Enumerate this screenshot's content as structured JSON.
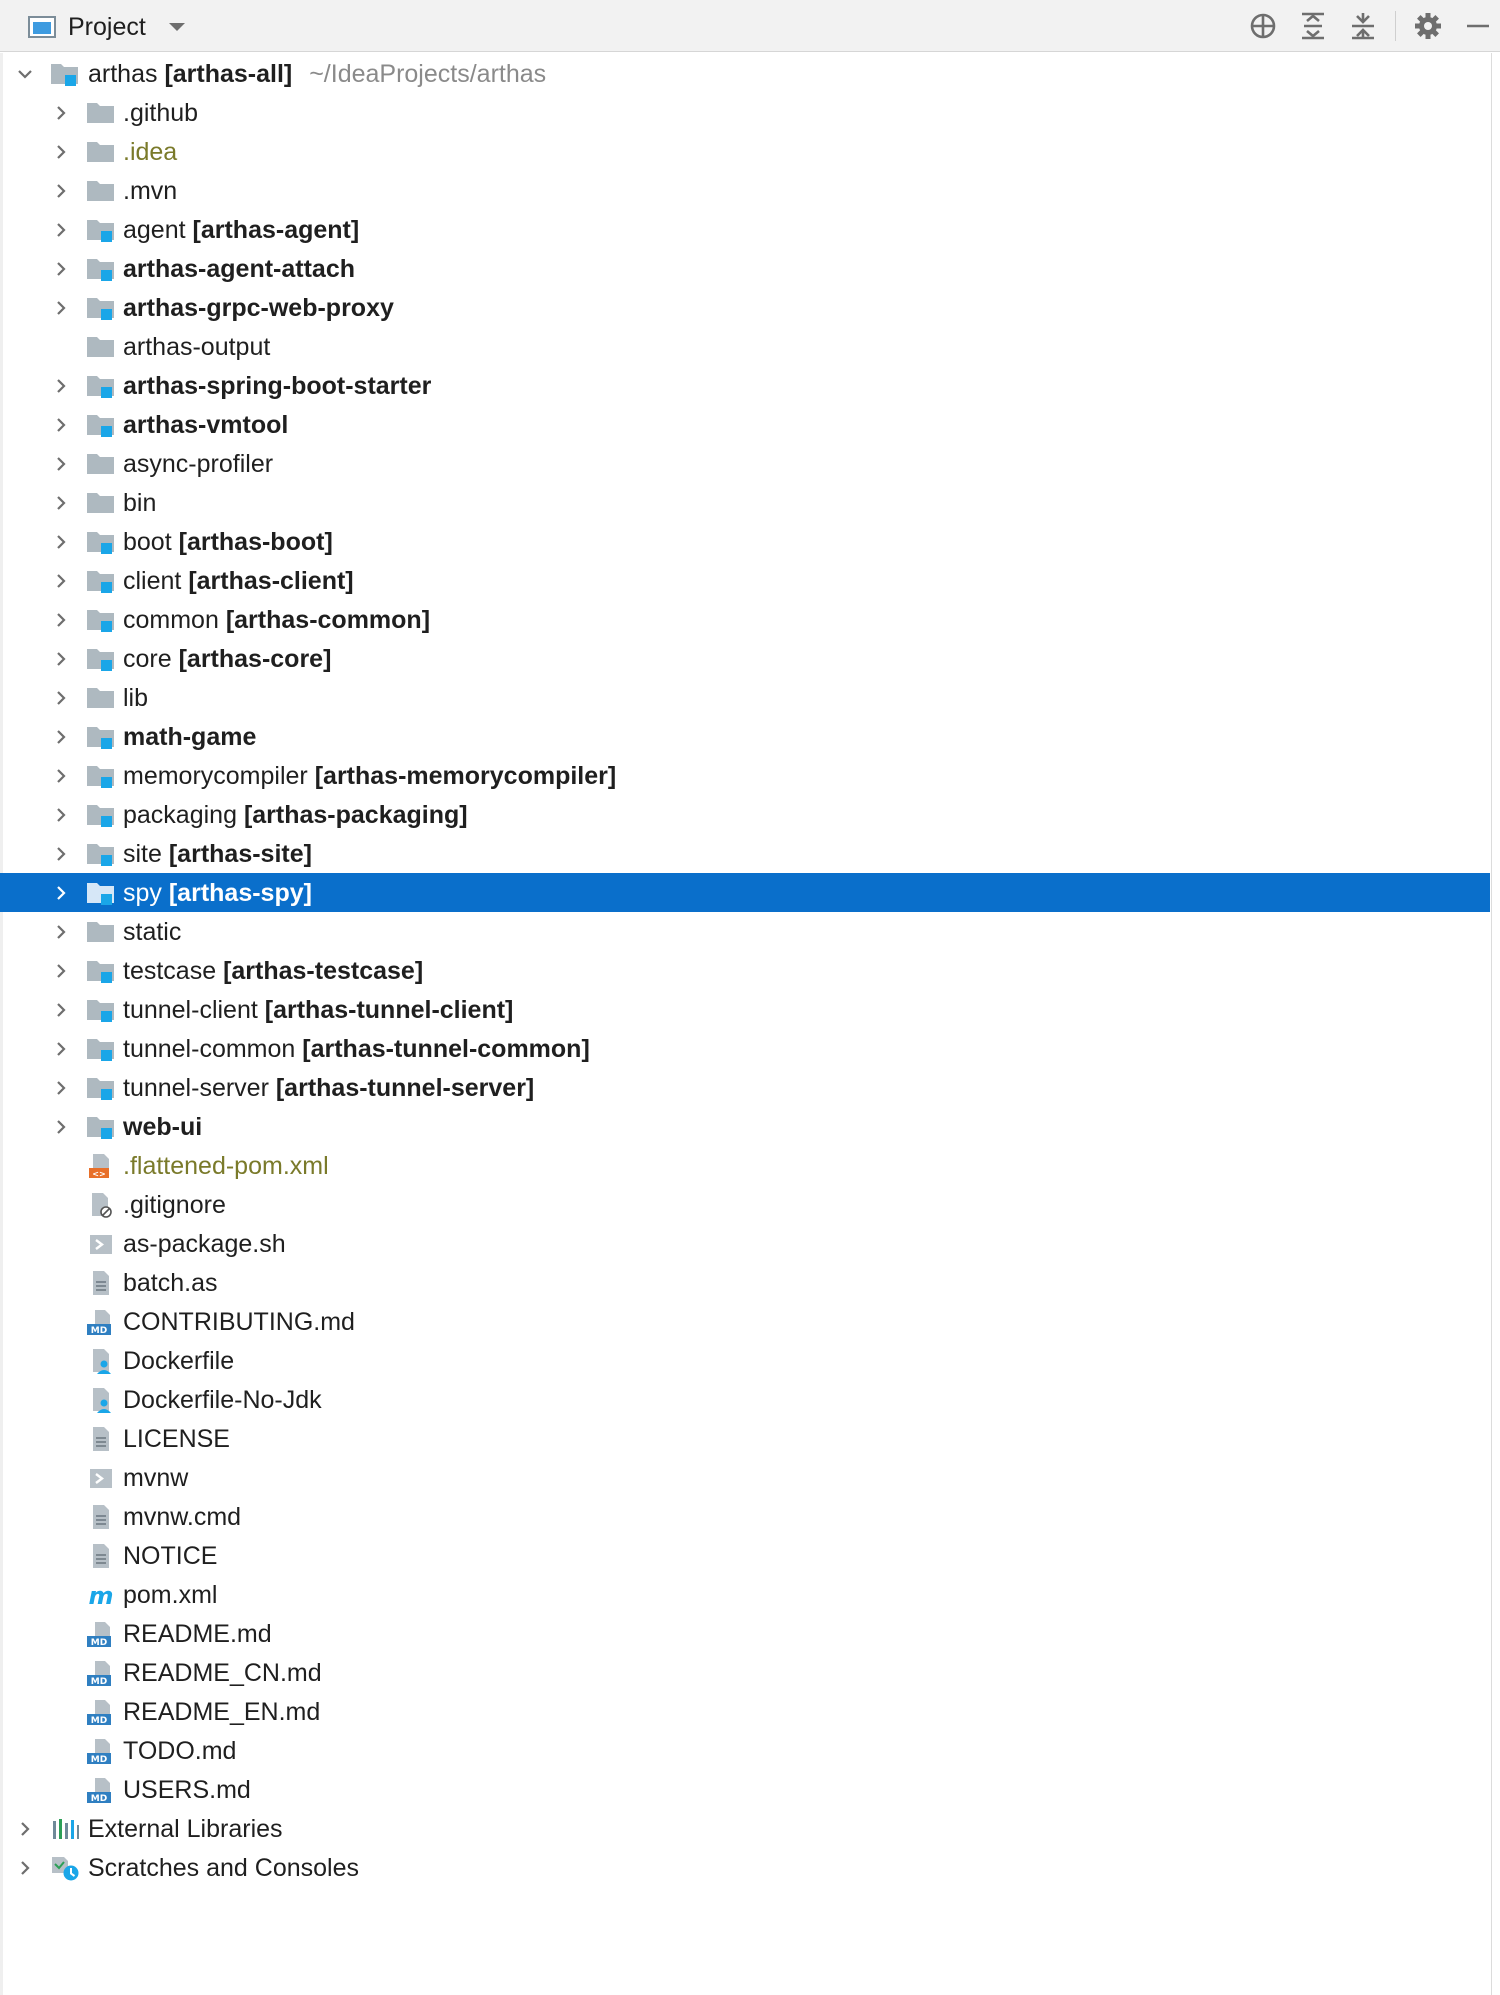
{
  "toolbar": {
    "title": "Project"
  },
  "root": {
    "name": "arthas",
    "module": "[arthas-all]",
    "path": "~/IdeaProjects/arthas"
  },
  "items": [
    {
      "name": ".github",
      "module": "",
      "kind": "folder",
      "expandable": true
    },
    {
      "name": ".idea",
      "module": "",
      "kind": "folder",
      "expandable": true,
      "ignored": true
    },
    {
      "name": ".mvn",
      "module": "",
      "kind": "folder",
      "expandable": true
    },
    {
      "name": "agent",
      "module": "[arthas-agent]",
      "kind": "module",
      "expandable": true
    },
    {
      "name": "arthas-agent-attach",
      "module": "",
      "kind": "module",
      "expandable": true,
      "boldName": true
    },
    {
      "name": "arthas-grpc-web-proxy",
      "module": "",
      "kind": "module",
      "expandable": true,
      "boldName": true
    },
    {
      "name": "arthas-output",
      "module": "",
      "kind": "folder",
      "expandable": false
    },
    {
      "name": "arthas-spring-boot-starter",
      "module": "",
      "kind": "module",
      "expandable": true,
      "boldName": true
    },
    {
      "name": "arthas-vmtool",
      "module": "",
      "kind": "module",
      "expandable": true,
      "boldName": true
    },
    {
      "name": "async-profiler",
      "module": "",
      "kind": "folder",
      "expandable": true
    },
    {
      "name": "bin",
      "module": "",
      "kind": "folder",
      "expandable": true
    },
    {
      "name": "boot",
      "module": "[arthas-boot]",
      "kind": "module",
      "expandable": true
    },
    {
      "name": "client",
      "module": "[arthas-client]",
      "kind": "module",
      "expandable": true
    },
    {
      "name": "common",
      "module": "[arthas-common]",
      "kind": "module",
      "expandable": true
    },
    {
      "name": "core",
      "module": "[arthas-core]",
      "kind": "module",
      "expandable": true
    },
    {
      "name": "lib",
      "module": "",
      "kind": "folder",
      "expandable": true
    },
    {
      "name": "math-game",
      "module": "",
      "kind": "module",
      "expandable": true,
      "boldName": true
    },
    {
      "name": "memorycompiler",
      "module": "[arthas-memorycompiler]",
      "kind": "module",
      "expandable": true
    },
    {
      "name": "packaging",
      "module": "[arthas-packaging]",
      "kind": "module",
      "expandable": true
    },
    {
      "name": "site",
      "module": "[arthas-site]",
      "kind": "module",
      "expandable": true
    },
    {
      "name": "spy",
      "module": "[arthas-spy]",
      "kind": "module",
      "expandable": true,
      "selected": true
    },
    {
      "name": "static",
      "module": "",
      "kind": "folder",
      "expandable": true
    },
    {
      "name": "testcase",
      "module": "[arthas-testcase]",
      "kind": "module",
      "expandable": true
    },
    {
      "name": "tunnel-client",
      "module": "[arthas-tunnel-client]",
      "kind": "module",
      "expandable": true
    },
    {
      "name": "tunnel-common",
      "module": "[arthas-tunnel-common]",
      "kind": "module",
      "expandable": true
    },
    {
      "name": "tunnel-server",
      "module": "[arthas-tunnel-server]",
      "kind": "module",
      "expandable": true
    },
    {
      "name": "web-ui",
      "module": "",
      "kind": "module",
      "expandable": true,
      "boldName": true
    },
    {
      "name": ".flattened-pom.xml",
      "module": "",
      "kind": "xml",
      "expandable": false,
      "ignored": true
    },
    {
      "name": ".gitignore",
      "module": "",
      "kind": "ignore",
      "expandable": false
    },
    {
      "name": "as-package.sh",
      "module": "",
      "kind": "shell",
      "expandable": false
    },
    {
      "name": "batch.as",
      "module": "",
      "kind": "text",
      "expandable": false
    },
    {
      "name": "CONTRIBUTING.md",
      "module": "",
      "kind": "md",
      "expandable": false
    },
    {
      "name": "Dockerfile",
      "module": "",
      "kind": "docker",
      "expandable": false
    },
    {
      "name": "Dockerfile-No-Jdk",
      "module": "",
      "kind": "docker",
      "expandable": false
    },
    {
      "name": "LICENSE",
      "module": "",
      "kind": "text",
      "expandable": false
    },
    {
      "name": "mvnw",
      "module": "",
      "kind": "shell",
      "expandable": false
    },
    {
      "name": "mvnw.cmd",
      "module": "",
      "kind": "text",
      "expandable": false
    },
    {
      "name": "NOTICE",
      "module": "",
      "kind": "text",
      "expandable": false
    },
    {
      "name": "pom.xml",
      "module": "",
      "kind": "maven",
      "expandable": false
    },
    {
      "name": "README.md",
      "module": "",
      "kind": "md",
      "expandable": false
    },
    {
      "name": "README_CN.md",
      "module": "",
      "kind": "md",
      "expandable": false
    },
    {
      "name": "README_EN.md",
      "module": "",
      "kind": "md",
      "expandable": false
    },
    {
      "name": "TODO.md",
      "module": "",
      "kind": "md",
      "expandable": false
    },
    {
      "name": "USERS.md",
      "module": "",
      "kind": "md",
      "expandable": false
    }
  ],
  "bottom_items": [
    {
      "name": "External Libraries",
      "kind": "libraries"
    },
    {
      "name": "Scratches and Consoles",
      "kind": "scratches"
    }
  ],
  "md_badge": "MD",
  "colors": {
    "selection": "#0a6fcb",
    "folder": "#aeb9c0",
    "module_marker": "#1aa6e8",
    "ignored_text": "#7a7a2a",
    "path_text": "#8a8a8a"
  }
}
